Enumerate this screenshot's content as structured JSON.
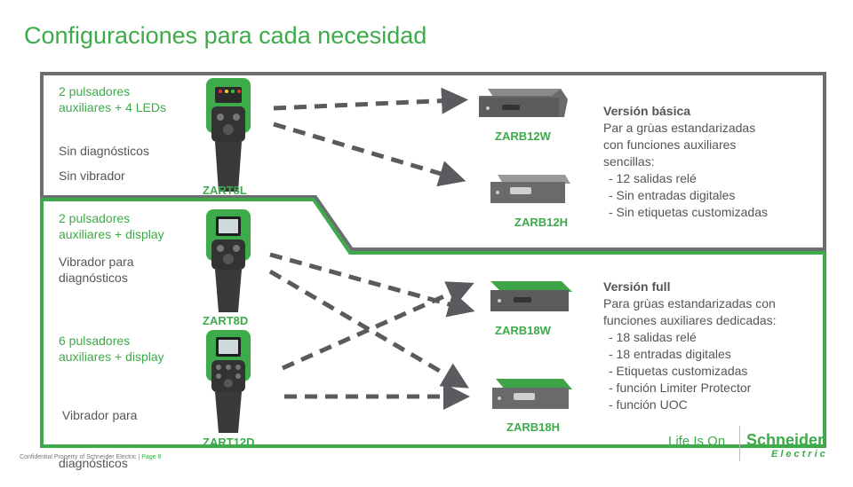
{
  "title": "Configuraciones para cada necesidad",
  "remotes": [
    {
      "label": "ZART8L",
      "line1": "2 pulsadores",
      "line2": "auxiliares + 4 LEDs",
      "extra1": "Sin diagnósticos",
      "extra2": "Sin vibrador"
    },
    {
      "label": "ZART8D",
      "line1": "2 pulsadores",
      "line2": "auxiliares + display",
      "extra1": "Vibrador para",
      "extra2": "diagnósticos"
    },
    {
      "label": "ZART12D",
      "line1": "6 pulsadores",
      "line2": "auxiliares + display",
      "extra1": " Vibrador para",
      "extra2": "diagnósticos"
    }
  ],
  "receivers": [
    {
      "label": "ZARB12W"
    },
    {
      "label": "ZARB12H"
    },
    {
      "label": "ZARB18W"
    },
    {
      "label": "ZARB18H"
    }
  ],
  "basic": {
    "heading": "Versión básica",
    "lines": [
      "Par a grùas estandarizadas",
      "con funciones auxiliares",
      "sencillas:"
    ],
    "items": [
      "- 12 salidas relé",
      "- Sin entradas digitales",
      "- Sin etiquetas customizadas"
    ]
  },
  "full": {
    "heading": "Versión full",
    "lines": [
      "Para grùas estandarizadas con",
      "funciones auxiliares dedicadas:"
    ],
    "items": [
      "- 18 salidas relé",
      "- 18 entradas digitales",
      "- Etiquetas customizadas",
      "- función Limiter Protector",
      "- función UOC"
    ]
  },
  "footer": {
    "text": "Confidential  Property of Schneider  Electric | ",
    "page": "Page 8"
  },
  "brand": {
    "tagline": "Life Is On",
    "logo_top": "Schneider",
    "logo_bottom": "Electric"
  },
  "colors": {
    "accent": "#3dab4a",
    "frame_gray": "#6d6e71",
    "arrow": "#5a5b5e"
  }
}
